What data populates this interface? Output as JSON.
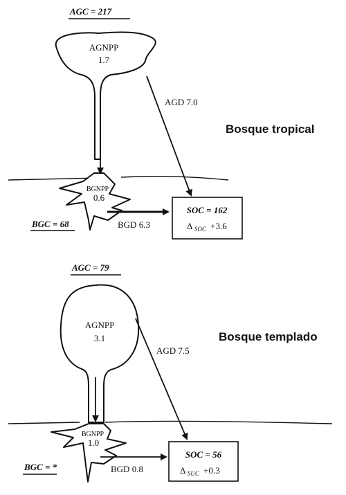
{
  "tropical": {
    "title": "Bosque tropical",
    "agc": "AGC = 217",
    "agnpp_label": "AGNPP",
    "agnpp_value": "1.7",
    "agd": "AGD 7.0",
    "bgnpp_label": "BGNPP",
    "bgnpp_value": "0.6",
    "bgc": "BGC = 68",
    "bgd": "BGD 6.3",
    "soc": "SOC = 162",
    "delta_symbol": "Δ",
    "delta_sub": "SOC",
    "delta_value": "+3.6"
  },
  "temperate": {
    "title": "Bosque templado",
    "agc": "AGC = 79",
    "agnpp_label": "AGNPP",
    "agnpp_value": "3.1",
    "agd": "AGD 7.5",
    "bgnpp_label": "BGNPP",
    "bgnpp_value": "1.0",
    "bgc": "BGC = *",
    "bgd": "BGD 0.8",
    "soc": "SOC = 56",
    "delta_symbol": "Δ",
    "delta_sub": "SUC",
    "delta_value": "+0.3"
  }
}
